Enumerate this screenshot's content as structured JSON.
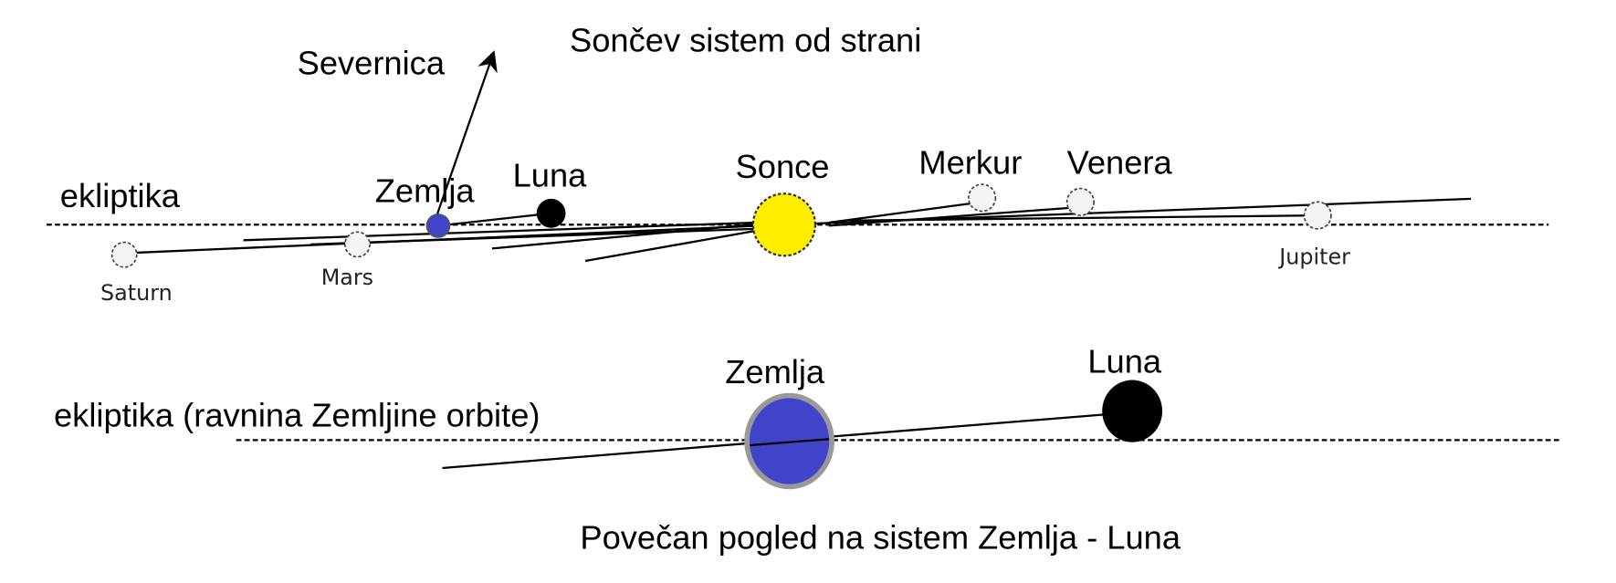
{
  "top": {
    "title": "Sončev sistem od strani",
    "north_label": "Severnica",
    "ecliptic_label": "ekliptika",
    "bodies": {
      "saturn": "Saturn",
      "mars": "Mars",
      "earth": "Zemlja",
      "moon": "Luna",
      "sun": "Sonce",
      "mercury": "Merkur",
      "venus": "Venera",
      "jupiter": "Jupiter"
    }
  },
  "bottom": {
    "title": "Povečan pogled na sistem Zemlja - Luna",
    "ecliptic_label": "ekliptika (ravnina Zemljine orbite)",
    "earth": "Zemlja",
    "moon": "Luna"
  },
  "colors": {
    "sun": "#ffee00",
    "earth": "#4044c8",
    "moon": "#000000",
    "planet": "#f4f4f4"
  }
}
